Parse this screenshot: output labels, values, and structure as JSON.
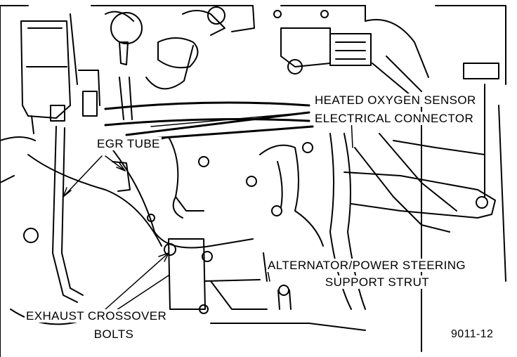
{
  "figure": {
    "id_label": "9011-12",
    "callouts": {
      "heated_oxygen_sensor": [
        "HEATED OXYGEN SENSOR",
        "ELECTRICAL CONNECTOR"
      ],
      "egr_tube": "EGR TUBE",
      "alternator_strut": [
        "ALTERNATOR/POWER STEERING",
        "SUPPORT STRUT"
      ],
      "exhaust_crossover_bolts": [
        "EXHAUST CROSSOVER",
        "BOLTS"
      ]
    }
  },
  "colors": {
    "ink": "#000000",
    "paper": "#ffffff"
  }
}
